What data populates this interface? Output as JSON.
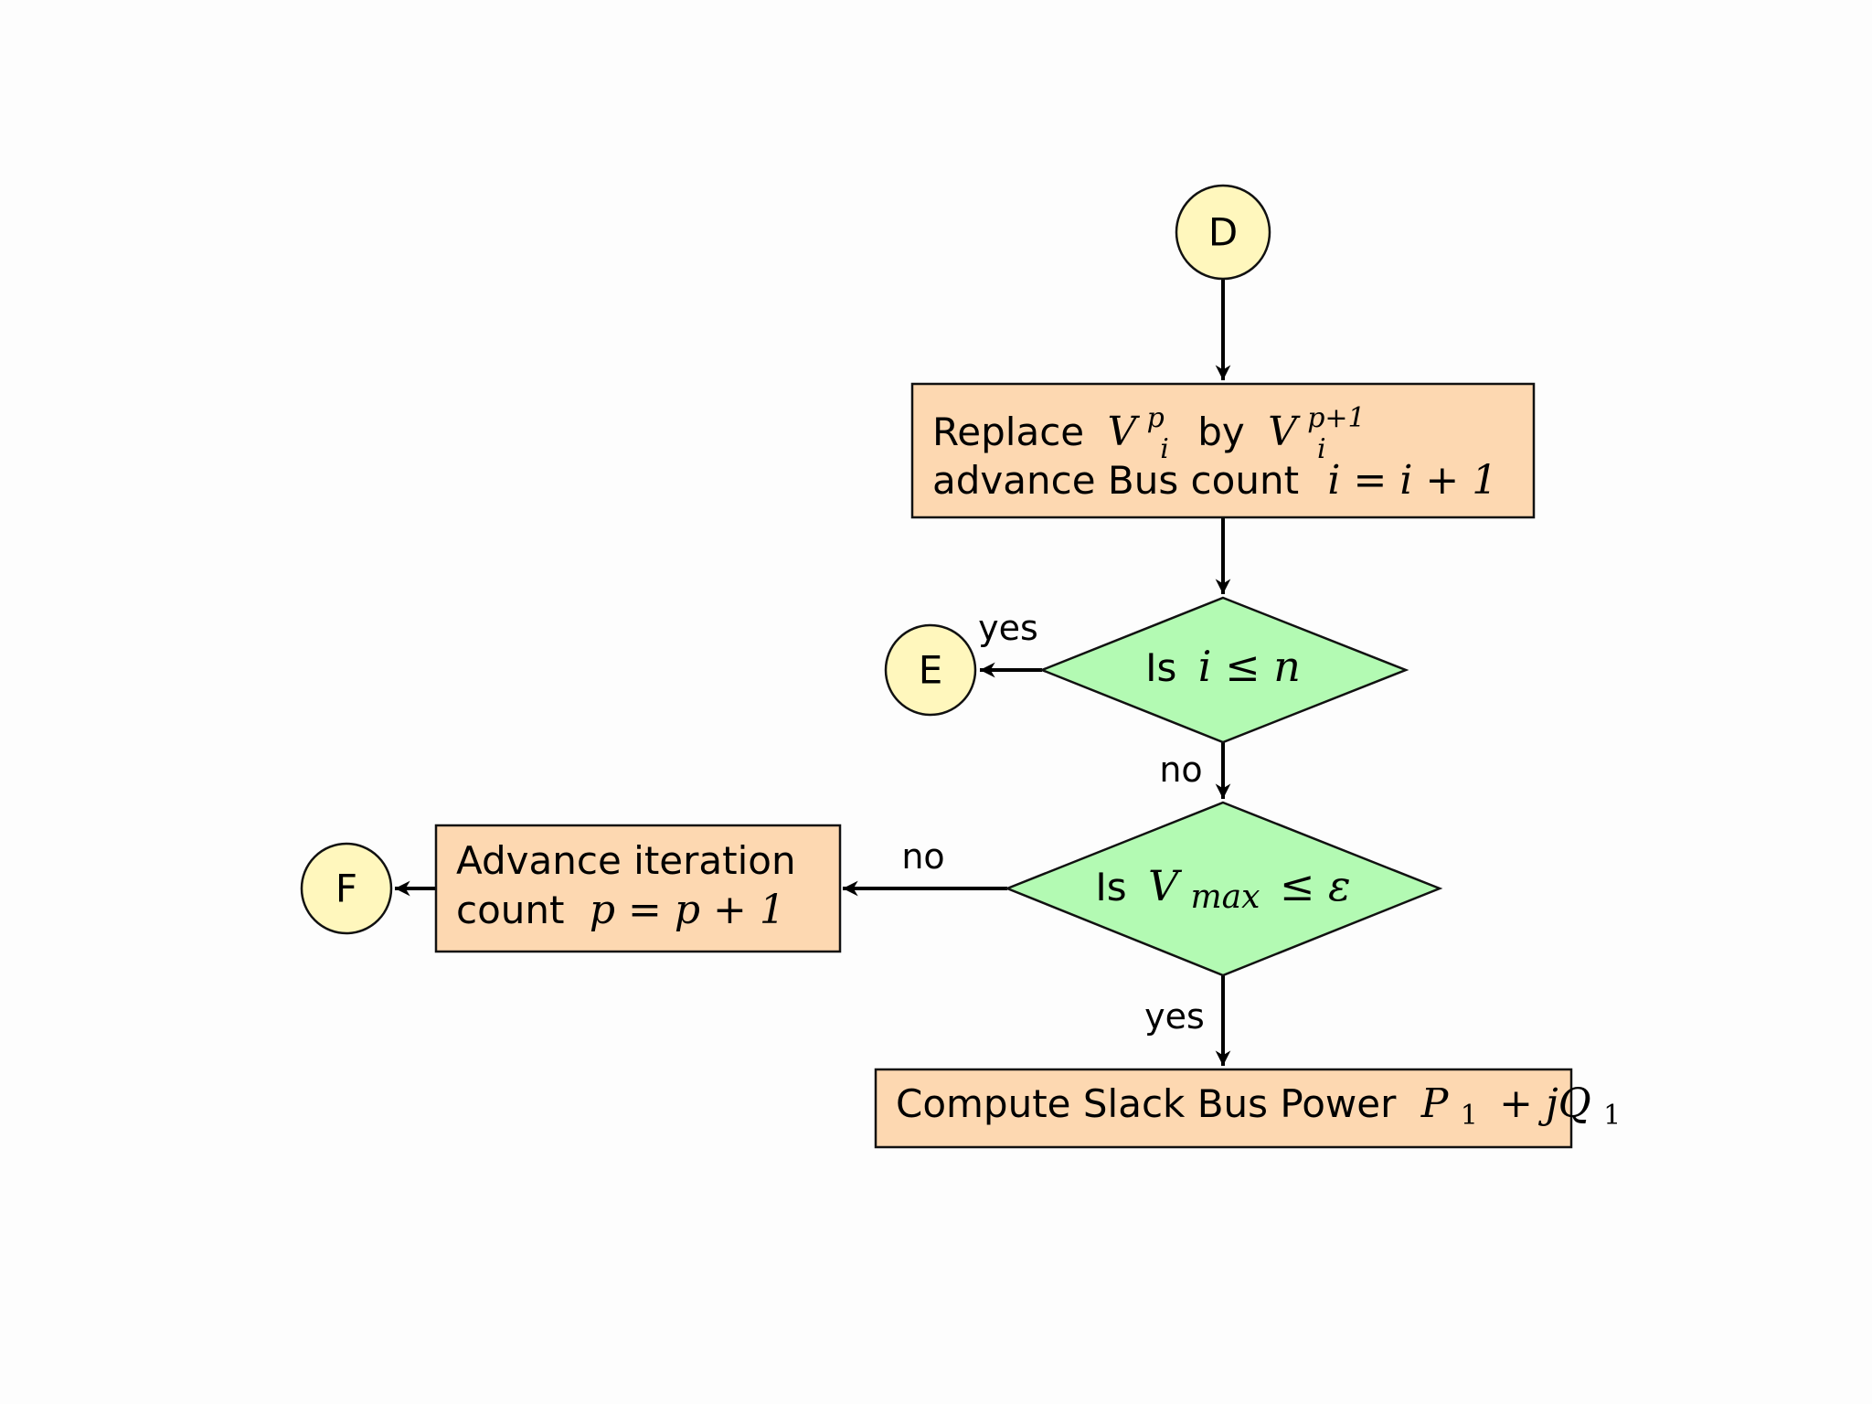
{
  "connectors": {
    "d": "D",
    "e": "E",
    "f": "F"
  },
  "replace_box": {
    "line1_prefix": "Replace",
    "line1_v1": "V",
    "line1_v1_sup": "p",
    "line1_v1_sub": "i",
    "line1_mid": "by",
    "line1_v2": "V",
    "line1_v2_sup": "p+1",
    "line1_v2_sub": "i",
    "line2_prefix": "advance Bus count",
    "line2_math": "i = i + 1"
  },
  "decision_bus": {
    "prefix": "Is",
    "math": "i ≤ n"
  },
  "decision_vmax": {
    "prefix": "Is",
    "v": "V",
    "v_sub": "max",
    "rest": "≤ ε"
  },
  "advance_box": {
    "line1": "Advance iteration",
    "line2_prefix": "count",
    "line2_math": "p = p + 1"
  },
  "compute_box": {
    "prefix": "Compute Slack Bus Power",
    "p": "P",
    "p_sub": "1",
    "mid": "+ jQ",
    "q_sub": "1"
  },
  "edge_labels": {
    "bus_yes": "yes",
    "bus_no": "no",
    "vmax_no": "no",
    "vmax_yes": "yes"
  },
  "colors": {
    "process_fill": "#fdd8b1",
    "decision_fill": "#b3fab3",
    "connector_fill": "#fff7bd"
  }
}
